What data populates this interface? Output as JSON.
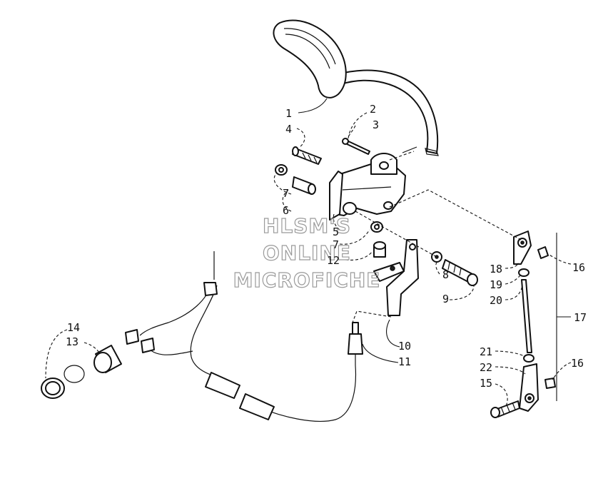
{
  "watermark": {
    "line1": "HLSM'S",
    "line2": "ONLINE",
    "line3": "MICROFICHE"
  },
  "callouts": {
    "c1": "1",
    "c2": "2",
    "c3": "3",
    "c4": "4",
    "c5": "5",
    "c6": "6",
    "c7a": "7",
    "c7b": "7",
    "c8": "8",
    "c9": "9",
    "c10": "10",
    "c11": "11",
    "c12": "12",
    "c13": "13",
    "c14": "14",
    "c15": "15",
    "c16a": "16",
    "c16b": "16",
    "c17": "17",
    "c18": "18",
    "c19": "19",
    "c20": "20",
    "c21": "21",
    "c22": "22"
  }
}
